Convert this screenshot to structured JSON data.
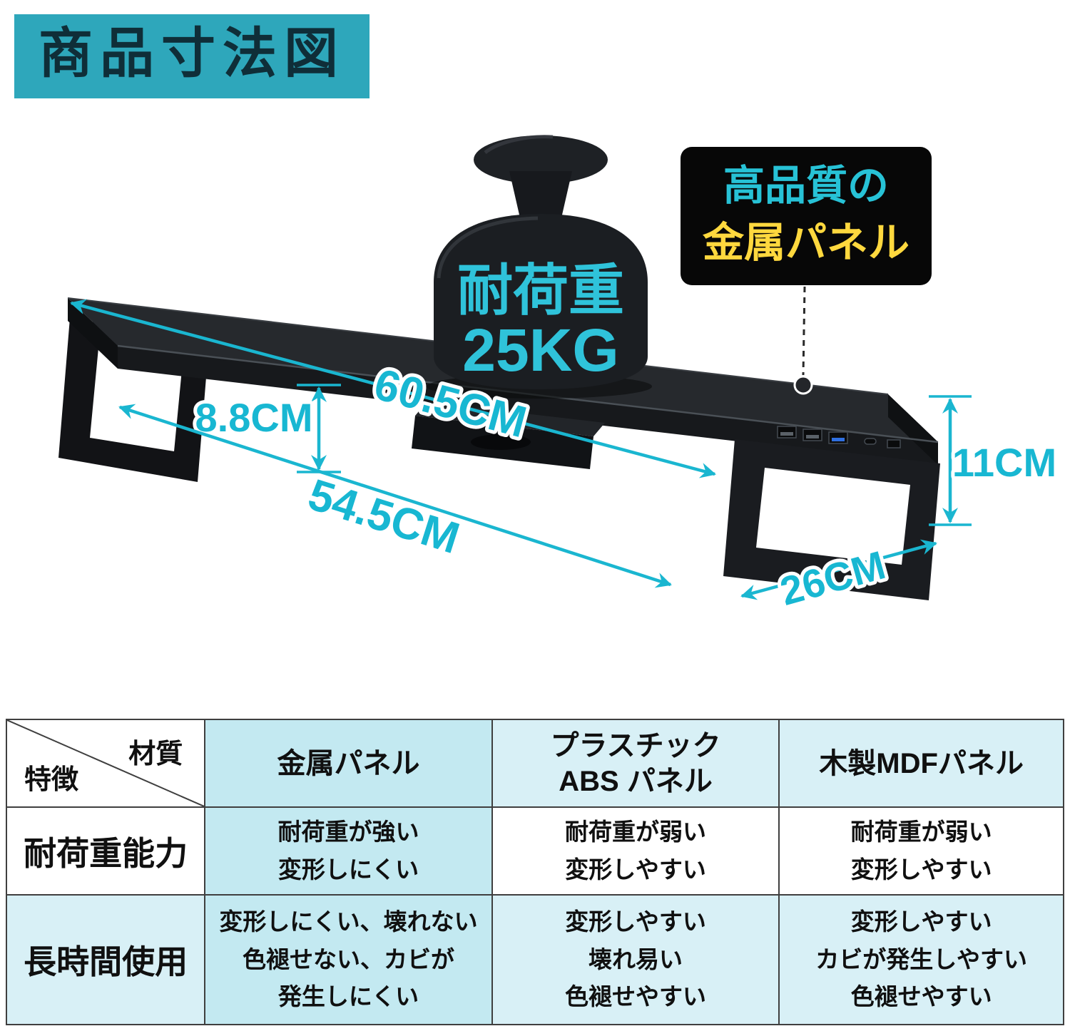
{
  "badge": {
    "title": "商品寸法図"
  },
  "illustration": {
    "weight": {
      "line1": "耐荷重",
      "line2": "25KG"
    },
    "callout": {
      "line1": "高品質の",
      "line2": "金属パネル"
    },
    "dimensions": {
      "top_width": "60.5CM",
      "upper_depth": "8.8CM",
      "lower_width": "54.5CM",
      "height": "11CM",
      "depth": "26CM"
    }
  },
  "table": {
    "corner": {
      "top_right": "材質",
      "bottom_left": "特徴"
    },
    "columns": [
      "金属パネル",
      "プラスチック\nABS パネル",
      "木製MDFパネル"
    ],
    "rows": [
      {
        "label": "耐荷重能力",
        "cells": [
          "耐荷重が強い\n変形しにくい",
          "耐荷重が弱い\n変形しやすい",
          "耐荷重が弱い\n変形しやすい"
        ]
      },
      {
        "label": "長時間使用",
        "cells": [
          "変形しにくい、壊れない\n色褪せない、カビが\n発生しにくい",
          "変形しやすい\n壊れ易い\n色褪せやすい",
          "変形しやすい\nカビが発生しやすい\n色褪せやすい"
        ]
      }
    ]
  },
  "colors": {
    "accent_teal": "#2ea7bb",
    "dimension_cyan": "#18b7d2",
    "callout_teal": "#27c2d6",
    "callout_yellow": "#ffd83e",
    "cell_tint": "#d8f0f6",
    "cell_tint_strong": "#c3e9f1"
  }
}
